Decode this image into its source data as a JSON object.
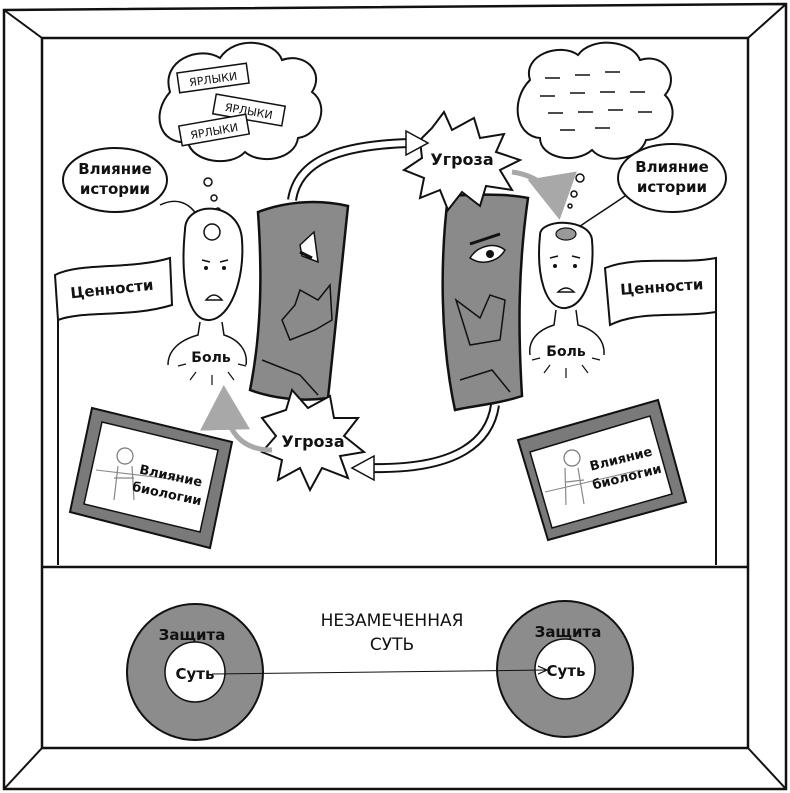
{
  "left": {
    "thought_tags": [
      "ЯРЛЫКИ",
      "ЯРЛЫКИ",
      "ЯРЛЫКИ"
    ],
    "history_bubble": [
      "Влияние",
      "истории"
    ],
    "values_flag": "Ценности",
    "pain_label": "Боль",
    "biology_card": [
      "Влияние",
      "биологии"
    ],
    "threat_label": "Угроза"
  },
  "right": {
    "history_bubble": [
      "Влияние",
      "истории"
    ],
    "values_flag": "Ценности",
    "pain_label": "Боль",
    "biology_card": [
      "Влияние",
      "биологии"
    ],
    "threat_label": "Угроза"
  },
  "bottom": {
    "title_line1": "НЕЗАМЕЧЕННАЯ",
    "title_line2": "СУТЬ",
    "left_ring_label": "Защита",
    "left_core_label": "Суть",
    "right_ring_label": "Защита",
    "right_core_label": "Суть"
  },
  "colors": {
    "ink": "#111111",
    "shield_gray": "#8a8a8a",
    "ring_gray": "#8c8c8c",
    "arrow_gray": "#a8a8a8"
  }
}
